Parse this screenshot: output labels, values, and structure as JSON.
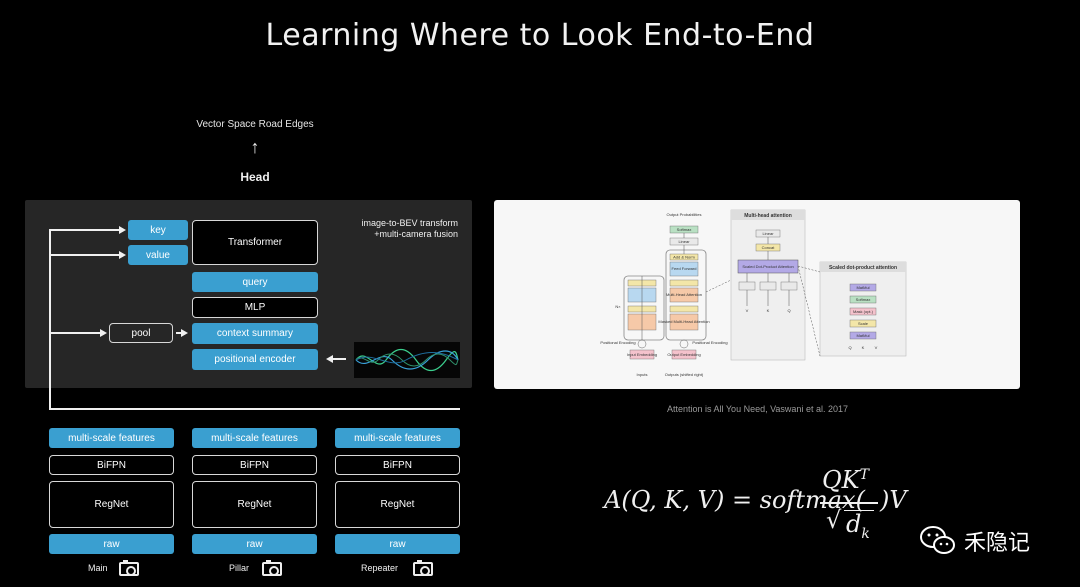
{
  "title": "Learning Where to Look End-to-End",
  "head_section": {
    "output_label": "Vector Space Road Edges",
    "arrow": "↑",
    "head_label": "Head"
  },
  "fusion_panel": {
    "label_line1": "image-to-BEV transform",
    "label_line2": "+multi-camera fusion",
    "key": "key",
    "value": "value",
    "transformer": "Transformer",
    "query": "query",
    "mlp": "MLP",
    "pool": "pool",
    "context_summary": "context summary",
    "positional_encoder": "positional encoder"
  },
  "columns": [
    {
      "features": "multi-scale features",
      "bifpn": "BiFPN",
      "regnet": "RegNet",
      "raw": "raw",
      "camera": "Main"
    },
    {
      "features": "multi-scale features",
      "bifpn": "BiFPN",
      "regnet": "RegNet",
      "raw": "raw",
      "camera": "Pillar"
    },
    {
      "features": "multi-scale features",
      "bifpn": "BiFPN",
      "regnet": "RegNet",
      "raw": "raw",
      "camera": "Repeater"
    }
  ],
  "transformer_figure": {
    "multi_head_title": "Multi-head attention",
    "scaled_title": "Scaled dot-product attention",
    "output_probabilities": "Output Probabilities",
    "softmax": "Softmax",
    "linear": "Linear",
    "add_norm": "Add & Norm",
    "feed_forward": "Feed Forward",
    "multi_head_attention": "Multi-Head Attention",
    "masked_multi_head": "Masked Multi-Head Attention",
    "input_embedding": "Input Embedding",
    "output_embedding": "Output Embedding",
    "positional_encoding": "Positional Encoding",
    "inputs": "Inputs",
    "outputs": "Outputs (shifted right)",
    "nx": "N×",
    "concat": "Concat",
    "scaled_dot": "Scaled Dot-Product Attention",
    "v": "V",
    "k": "K",
    "q": "Q",
    "matmul": "MatMul",
    "mask": "Mask (opt.)",
    "scale": "Scale"
  },
  "caption": "Attention is All You Need, Vaswani et al. 2017",
  "formula": {
    "lhs": "A(Q, K, V) = softmax(",
    "numerator": "QK",
    "superscript": "T",
    "denominator_d": "d",
    "denominator_sub": "k",
    "rhs": ")V"
  },
  "watermark": "禾隐记",
  "colors": {
    "accent_blue": "#3a9fd0",
    "panel_gray": "#262626",
    "wave_green": "#3ccf8e",
    "wave_blue": "#3aa0d8"
  }
}
